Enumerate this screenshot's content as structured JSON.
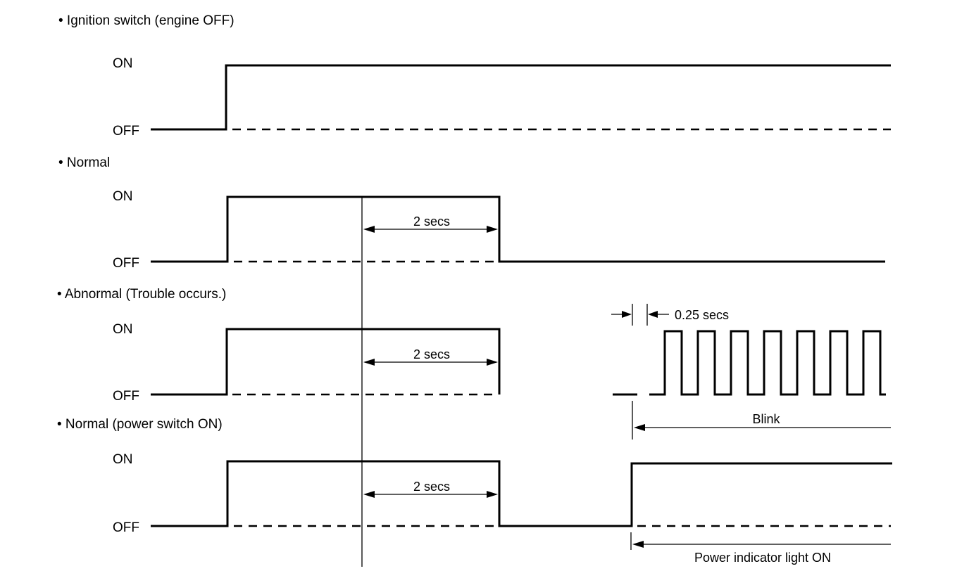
{
  "diagram": {
    "sections": [
      {
        "title": "• Ignition switch (engine OFF)",
        "on_label": "ON",
        "off_label": "OFF"
      },
      {
        "title": "• Normal",
        "on_label": "ON",
        "off_label": "OFF"
      },
      {
        "title": "• Abnormal (Trouble occurs.)",
        "on_label": "ON",
        "off_label": "OFF"
      },
      {
        "title": "• Normal (power switch ON)",
        "on_label": "ON",
        "off_label": "OFF"
      }
    ],
    "annotations": {
      "duration_normal": "2 secs",
      "duration_abnormal": "2 secs",
      "duration_power": "2 secs",
      "blink_period": "0.25 secs",
      "blink": "Blink",
      "power_indicator": "Power indicator light ON"
    },
    "timing": {
      "blink_pulse_count": 7
    }
  }
}
